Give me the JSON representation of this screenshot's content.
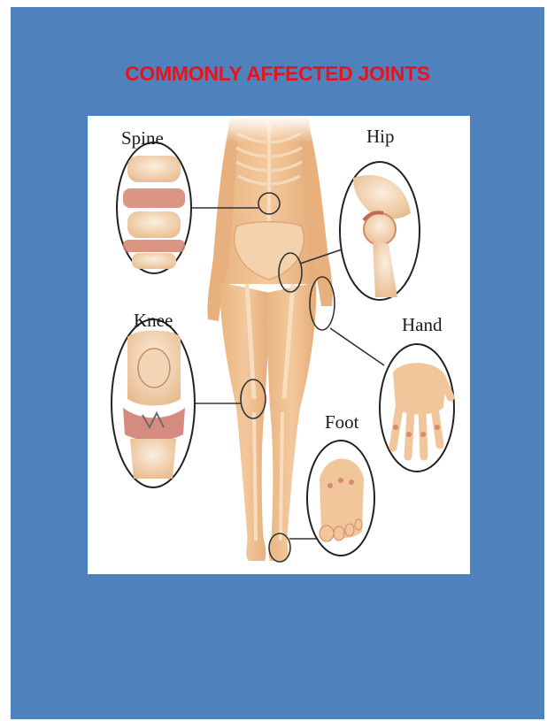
{
  "document": {
    "title": "COMMONLY AFFECTED JOINTS",
    "background_color": "#4f81bd",
    "title_color": "#e8141b"
  },
  "illustration": {
    "labels": {
      "spine": "Spine",
      "hip": "Hip",
      "knee": "Knee",
      "hand": "Hand",
      "foot": "Foot"
    }
  }
}
